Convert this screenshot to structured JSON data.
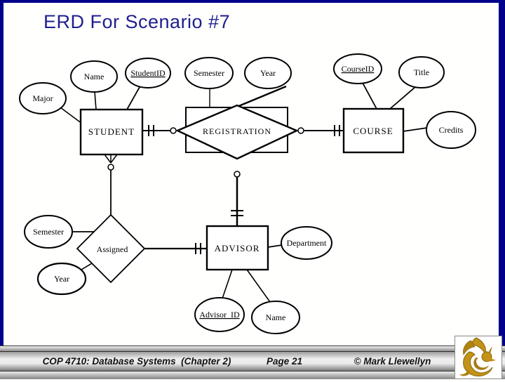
{
  "slide": {
    "title": "ERD For Scenario #7"
  },
  "diagram": {
    "entities": {
      "student": "STUDENT",
      "registration": "REGISTRATION",
      "course": "COURSE",
      "advisor": "ADVISOR"
    },
    "relationships": {
      "assigned": "Assigned"
    },
    "attributes": {
      "major": "Major",
      "student_name": "Name",
      "student_id": "StudentID",
      "reg_semester": "Semester",
      "reg_year": "Year",
      "course_id": "CourseID",
      "course_title": "Title",
      "course_credits": "Credits",
      "assigned_semester": "Semester",
      "assigned_year": "Year",
      "advisor_department": "Department",
      "advisor_id": "Advisor_ID",
      "advisor_name": "Name"
    }
  },
  "footer": {
    "course_label": "COP 4710: Database Systems  (Chapter 2)",
    "page_label": "Page 21",
    "copyright_label": "© Mark Llewellyn"
  },
  "colors": {
    "slide_border": "#00008b",
    "title_text": "#1f1f8f",
    "diagram_ink": "#000000",
    "footer_text": "#111111",
    "logo_gold": "#c39317"
  },
  "icons": {
    "logo": "ucf-pegasus-logo"
  }
}
